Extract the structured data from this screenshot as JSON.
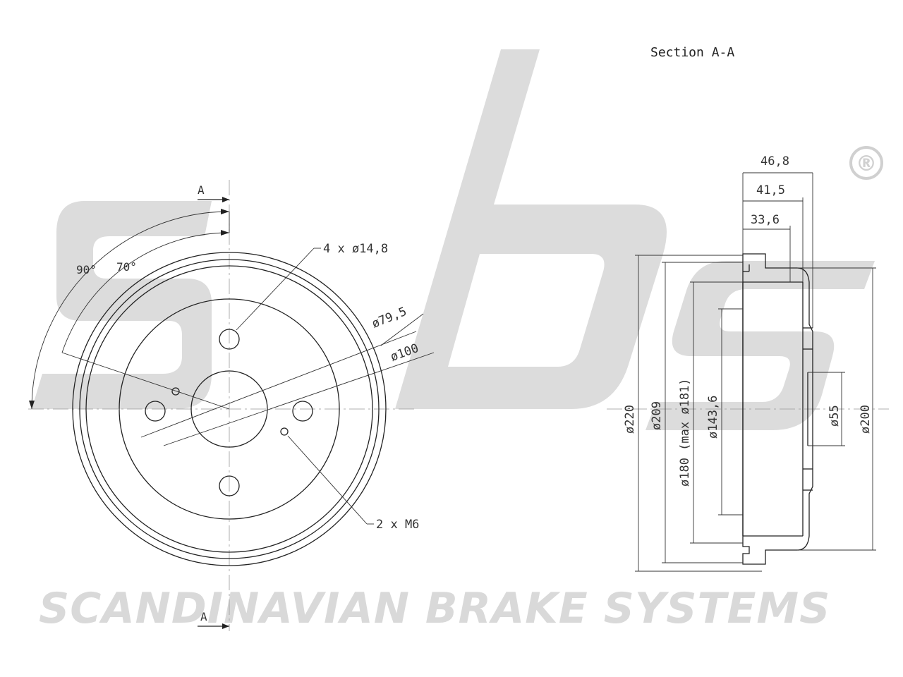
{
  "brand": {
    "watermark_logo": "sbs",
    "watermark_text": "SCANDINAVIAN BRAKE SYSTEMS",
    "registered_mark": "®",
    "watermark_color": "#dcdcdc"
  },
  "front_view": {
    "section_marker_top": "A",
    "section_marker_bottom": "A",
    "angle_outer": "90°",
    "angle_inner": "70°",
    "bolt_holes": "4 x ø14,8",
    "pcd": "ø79,5",
    "hub_diameter": "ø100",
    "threaded_holes": "2 x M6"
  },
  "section_view": {
    "title": "Section A-A",
    "width_total": "46,8",
    "width_mid": "41,5",
    "width_inner": "33,6",
    "outer_diameter": "ø220",
    "diameter_209": "ø209",
    "braking_diameter": "ø180 (max ø181)",
    "diameter_143": "ø143,6",
    "centre_bore": "ø55",
    "diameter_200": "ø200"
  },
  "colors": {
    "line": "#222222",
    "centerline": "#999999",
    "watermark": "#dcdcdc"
  }
}
